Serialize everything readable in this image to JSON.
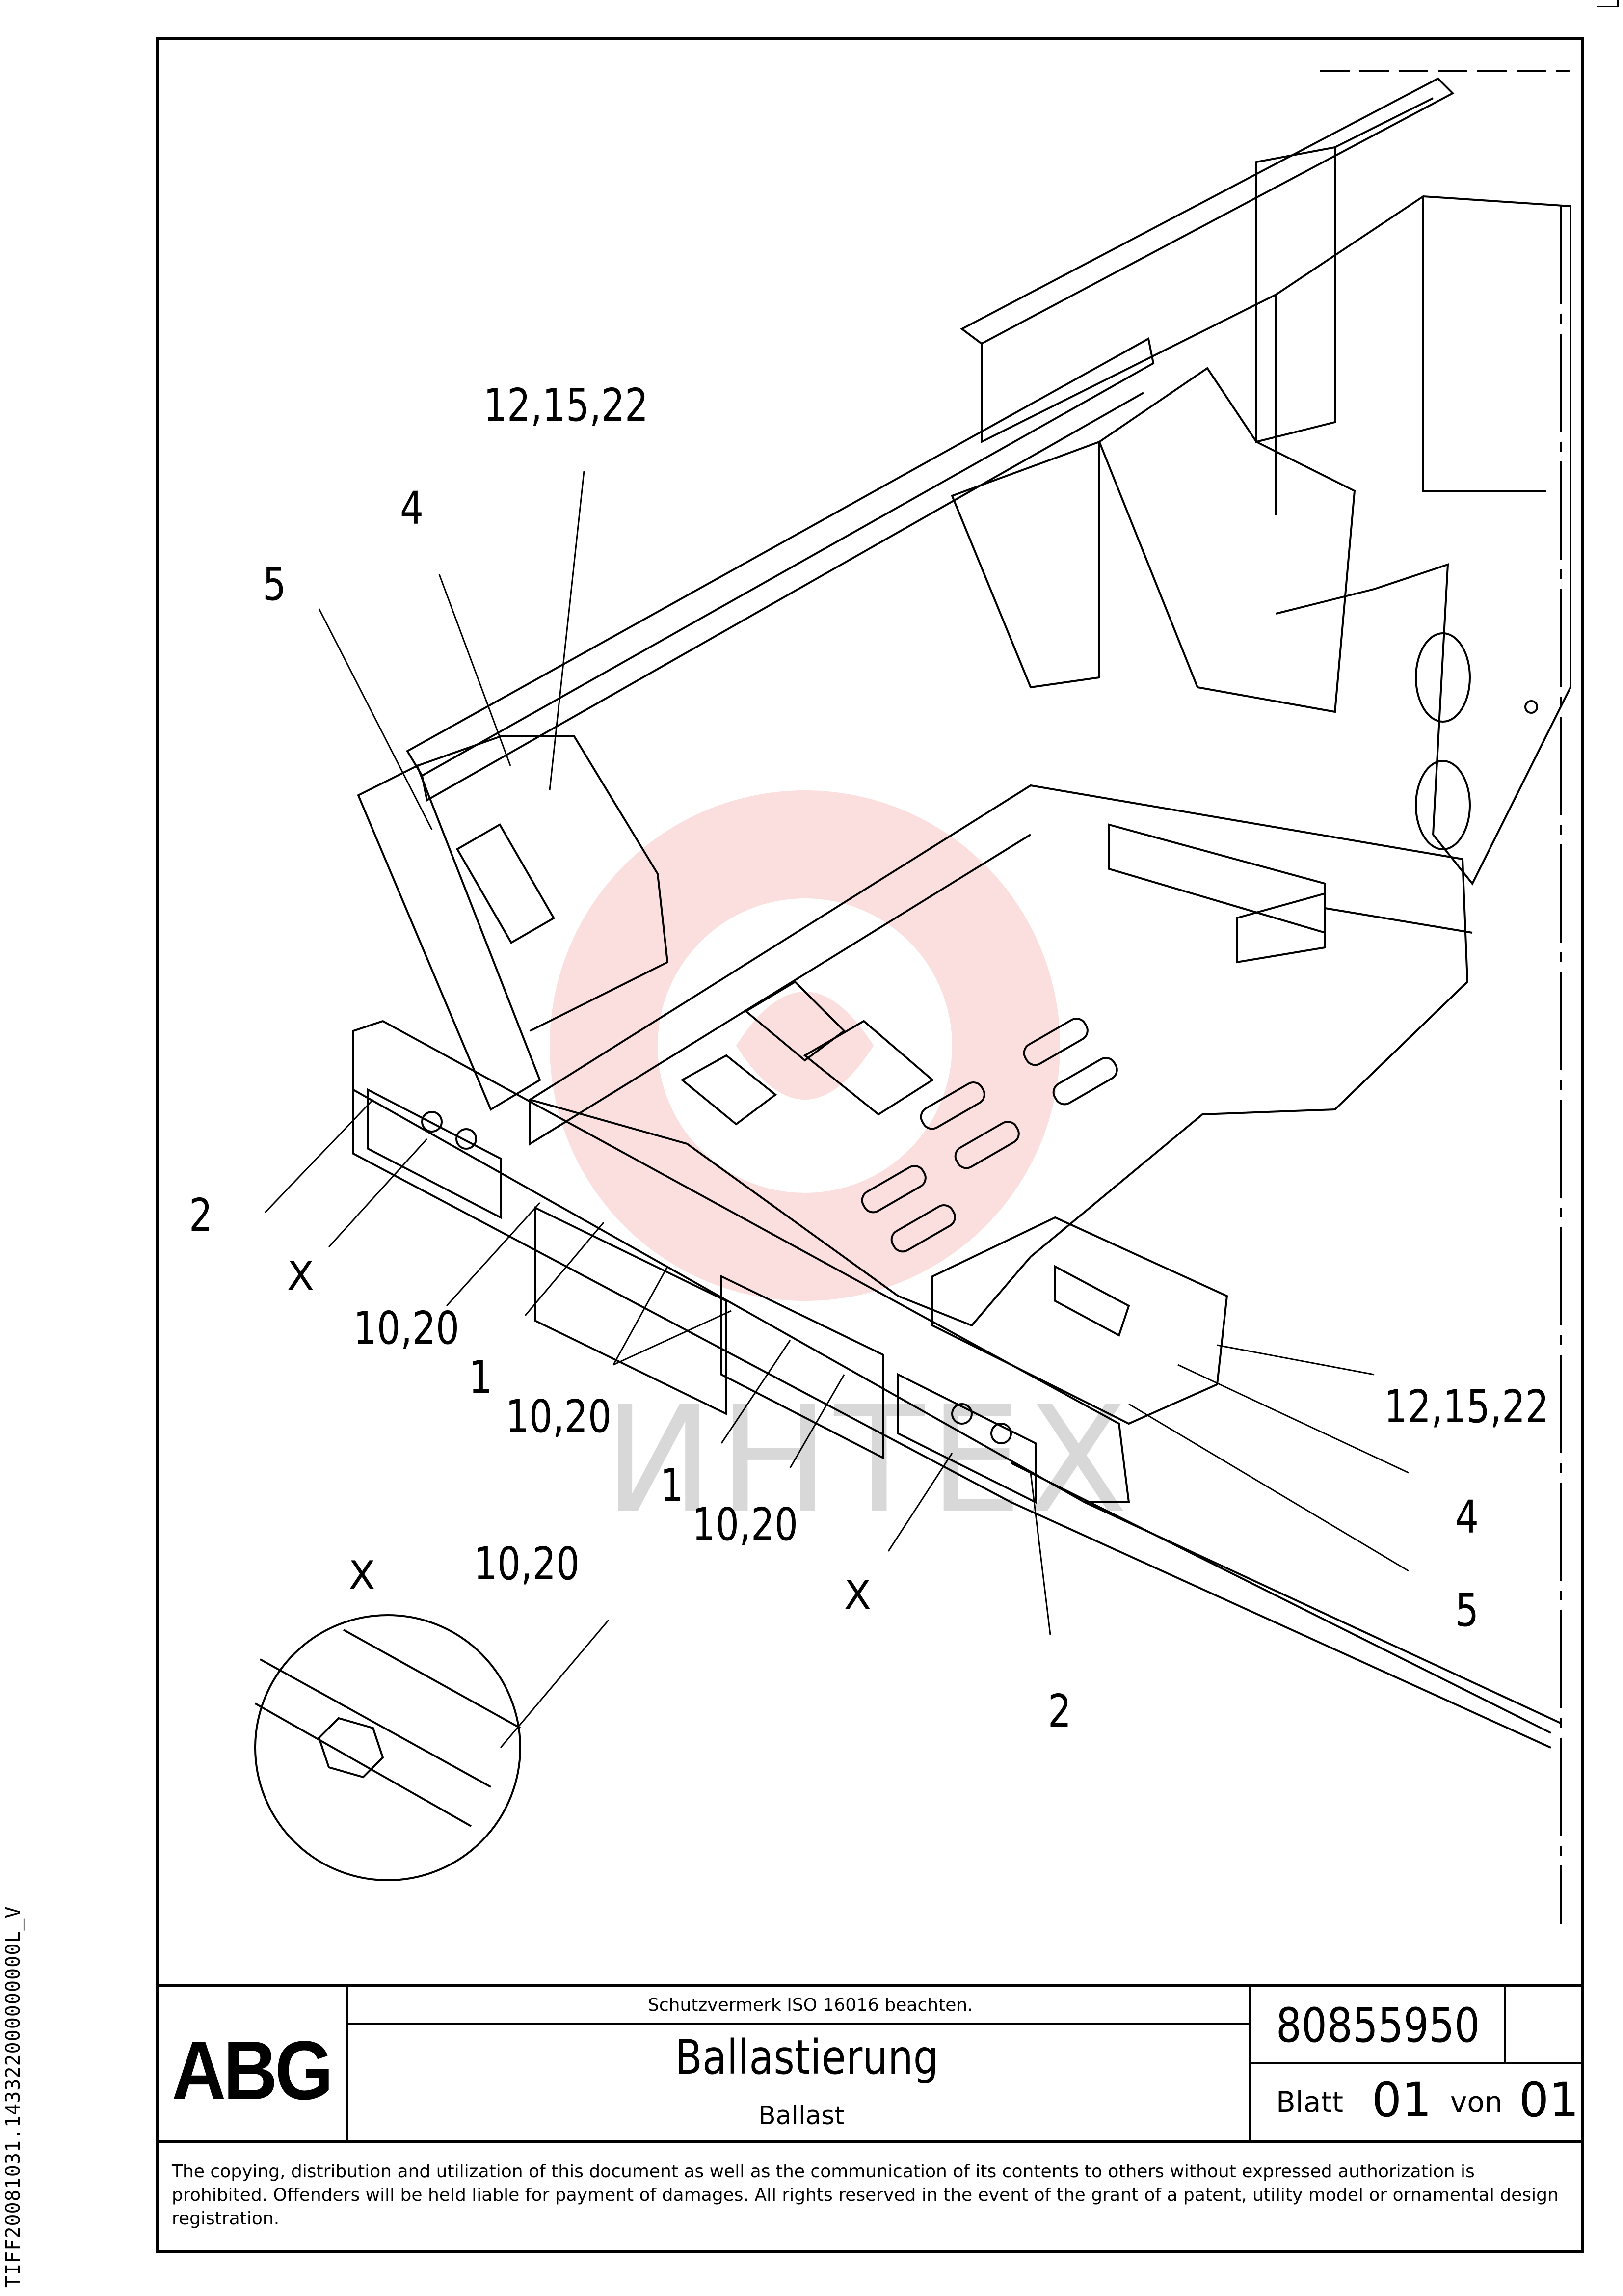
{
  "side_code": "TIFF20081031.143322000000000L_V",
  "callouts": {
    "c1": "12,15,22",
    "c2": "4",
    "c3": "5",
    "c4": "2",
    "c5": "10,20",
    "c6": "1",
    "c7": "10,20",
    "c8": "1",
    "c9": "10,20",
    "c10": "12,15,22",
    "c11": "4",
    "c12": "5",
    "c13": "2",
    "c14": "10,20"
  },
  "detail_marks": {
    "x1": "X",
    "x2": "X",
    "x3": "X"
  },
  "watermark": "ИНТЕХ",
  "title_block": {
    "logo": "ABG",
    "protection_notice": "Schutzvermerk ISO 16016 beachten.",
    "title": "Ballastierung",
    "subtitle": "Ballast",
    "document_number": "80855950",
    "sheet_label": "Blatt",
    "sheet_value": "01",
    "of_label": "von",
    "of_value": "01"
  },
  "copyright": "The copying, distribution and utilization of this document as well as the communication of its contents to others without expressed authorization is prohibited. Offenders will be held liable for payment of damages. All rights reserved in the event of the grant of a patent, utility model or ornamental design registration.",
  "colors": {
    "line": "#000000",
    "watermark": "#f2b8b8"
  }
}
